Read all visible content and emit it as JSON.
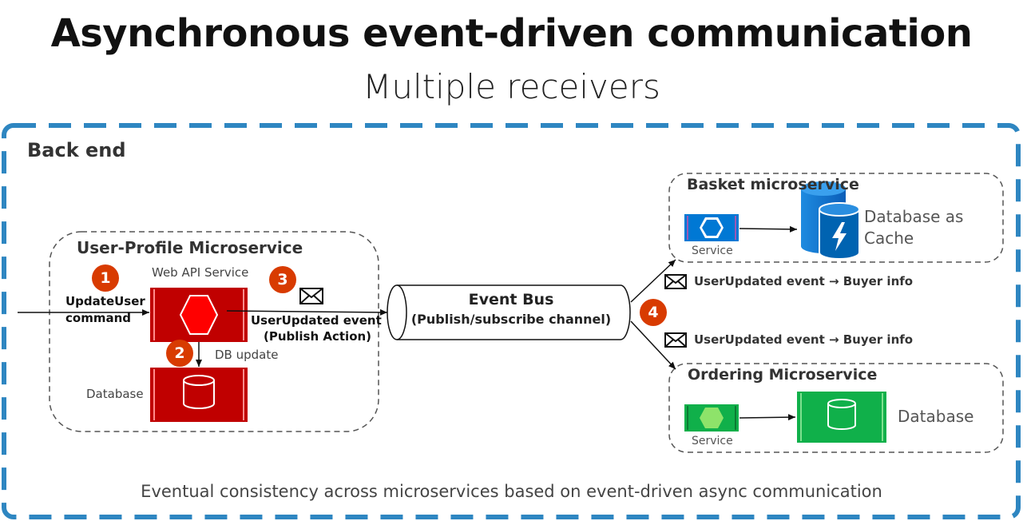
{
  "title": "Asynchronous event-driven communication",
  "subtitle": "Multiple receivers",
  "backend": {
    "label": "Back end"
  },
  "user_profile": {
    "label": "User-Profile Microservice",
    "web_api_label": "Web API Service",
    "database_label": "Database",
    "command_label": [
      "UpdateUser",
      "command"
    ],
    "db_update_label": "DB update",
    "publish_label": [
      "UserUpdated event",
      "(Publish Action)"
    ]
  },
  "steps": [
    "1",
    "2",
    "3",
    "4"
  ],
  "event_bus": {
    "label": [
      "Event Bus",
      "(Publish/subscribe channel)"
    ]
  },
  "events": {
    "to_basket": "UserUpdated event → Buyer info",
    "to_ordering": "UserUpdated event → Buyer info"
  },
  "basket": {
    "label": "Basket microservice",
    "service_label": "Service",
    "db_label": [
      "Database as",
      "Cache"
    ]
  },
  "ordering": {
    "label": "Ordering Microservice",
    "service_label": "Service",
    "db_label": "Database"
  },
  "footer": "Eventual consistency across microservices based on event-driven async communication",
  "colors": {
    "accent_blue": "#2e86c1",
    "badge_orange": "#d83b01",
    "web_api_red": "#c00000",
    "basket_blue": "#0078d4",
    "ordering_green": "#10b04a"
  }
}
